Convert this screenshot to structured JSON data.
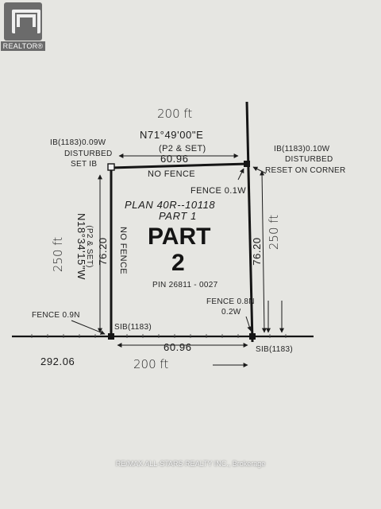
{
  "logo": {
    "text": "REALTOR®"
  },
  "plan": {
    "top_length_handwritten": "200 ft",
    "top_bearing": "N71°49'00\"E",
    "top_source": "(P2 & SET)",
    "top_distance": "60.96",
    "nw_corner_line1": "IB(1183)0.09W",
    "nw_corner_line2": "DISTURBED",
    "nw_corner_line3": "SET IB",
    "ne_corner_line1": "IB(1183)0.10W",
    "ne_corner_line2": "DISTURBED",
    "ne_corner_line3": "RESET ON CORNER",
    "north_fence": "NO FENCE",
    "west_fence": "NO FENCE",
    "fence_ne": "FENCE 0.1W",
    "plan_number": "PLAN 40R--10118",
    "plan_part": "PART 1",
    "part_label_1": "PART",
    "part_label_2": "2",
    "pin": "PIN  26811 - 0027",
    "left_bearing": "N18°34'15\"W",
    "left_source": "(P2 & SET)",
    "left_distance": "76.20",
    "left_length_handwritten": "250 ft",
    "right_distance": "76.20",
    "right_length_handwritten": "250 ft",
    "fence_se_line1": "FENCE 0.8N",
    "fence_se_line2": "0.2W",
    "fence_sw": "FENCE 0.9N",
    "sib_left": "SIB(1183)",
    "sib_right": "SIB(1183)",
    "bottom_distance": "60.96",
    "bottom_length_handwritten": "200 ft",
    "road_distance": "292.06"
  },
  "credit": "RE/MAX ALL-STARS REALTY INC., Brokerage"
}
